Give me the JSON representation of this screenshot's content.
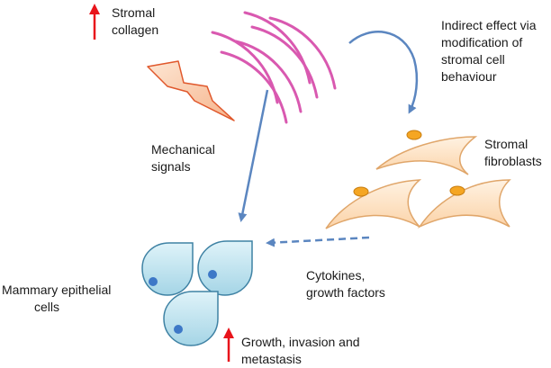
{
  "labels": {
    "stromal_collagen": [
      "Stromal",
      "collagen"
    ],
    "indirect_effect": [
      "Indirect effect via",
      "modification of",
      "stromal cell",
      "behaviour"
    ],
    "mechanical_signals": [
      "Mechanical",
      "signals"
    ],
    "stromal_fibroblasts": [
      "Stromal",
      "fibroblasts"
    ],
    "cytokines": [
      "Cytokines,",
      "growth factors"
    ],
    "mammary_cells": [
      "Mammary epithelial",
      "cells"
    ],
    "growth": [
      "Growth, invasion and",
      "metastasis"
    ]
  },
  "colors": {
    "up_arrow": "#e8141b",
    "blue_arrow": "#5b86c0",
    "collagen": "#d959b0",
    "lightning_fill": "#f9cfb2",
    "lightning_stroke": "#e0582c",
    "fibroblast_fill": "#fde3c6",
    "fibroblast_stroke": "#e0a66a",
    "nucleus_fill": "#f5a623",
    "epithelial_fill": "#b7e0ec",
    "epithelial_stroke": "#3f82a4",
    "epithelial_nucleus": "#3d78c7"
  },
  "icons": {
    "collagen": "collagen-fibers-icon",
    "mechanical": "lightning-bolt-icon",
    "up": "up-arrow-icon"
  }
}
